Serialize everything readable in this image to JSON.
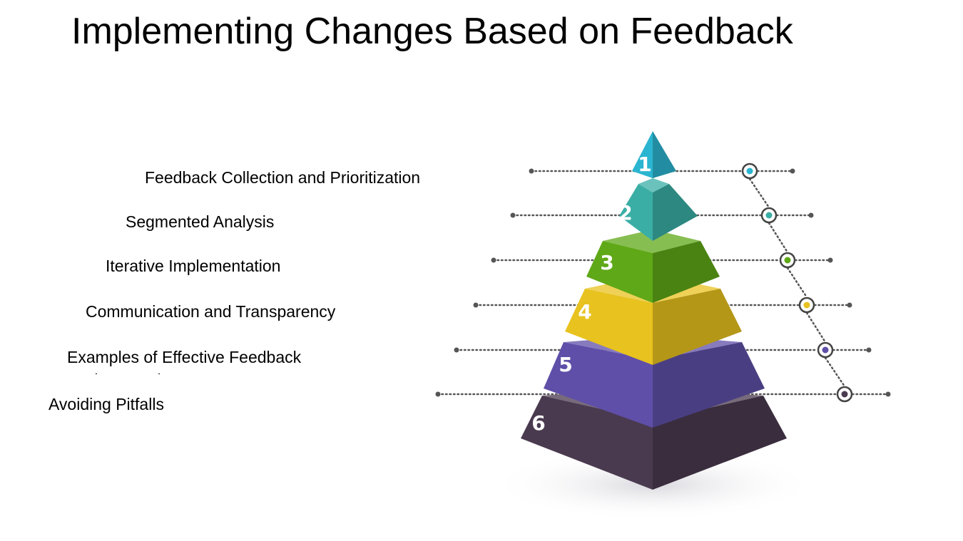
{
  "slide": {
    "title": "Implementing Changes Based on Feedback",
    "items": [
      "Feedback Collection and Prioritization",
      "Segmented Analysis",
      "Iterative Implementation",
      "Communication and Transparency",
      "Examples of Effective Feedback Implementation",
      "Avoiding Pitfalls"
    ]
  },
  "pyramid": {
    "levels": [
      {
        "number": "1",
        "color": "#2bb5d0"
      },
      {
        "number": "2",
        "color": "#3aaea5"
      },
      {
        "number": "3",
        "color": "#5fa817"
      },
      {
        "number": "4",
        "color": "#e8c21e"
      },
      {
        "number": "5",
        "color": "#5f4fa8"
      },
      {
        "number": "6",
        "color": "#4a3a4f"
      }
    ]
  }
}
